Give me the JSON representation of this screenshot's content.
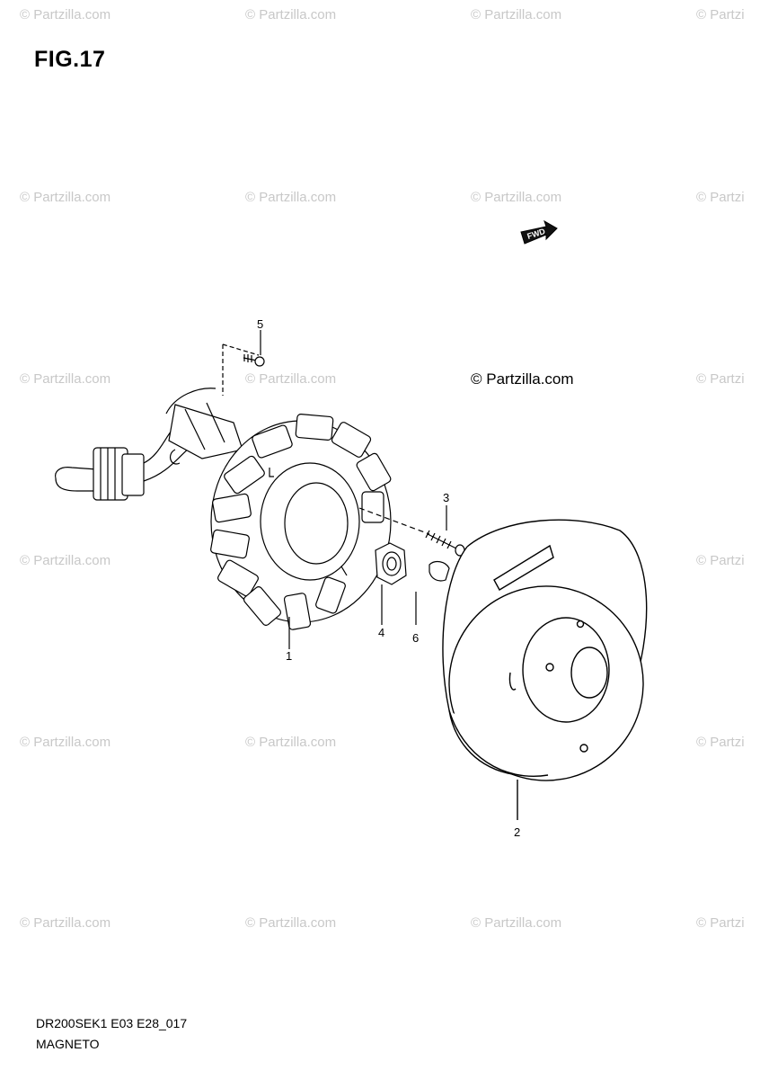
{
  "figure": {
    "title": "FIG.17"
  },
  "watermark": {
    "text": "© Partzilla.com",
    "text_cut": "© Partzi",
    "main_text": "© Partzilla.com"
  },
  "fwd_label": "FWD",
  "callouts": {
    "c1": "1",
    "c2": "2",
    "c3": "3",
    "c4": "4",
    "c5": "5",
    "c6": "6"
  },
  "footer": {
    "code": "DR200SEK1 E03 E28_017",
    "name": "MAGNETO"
  }
}
